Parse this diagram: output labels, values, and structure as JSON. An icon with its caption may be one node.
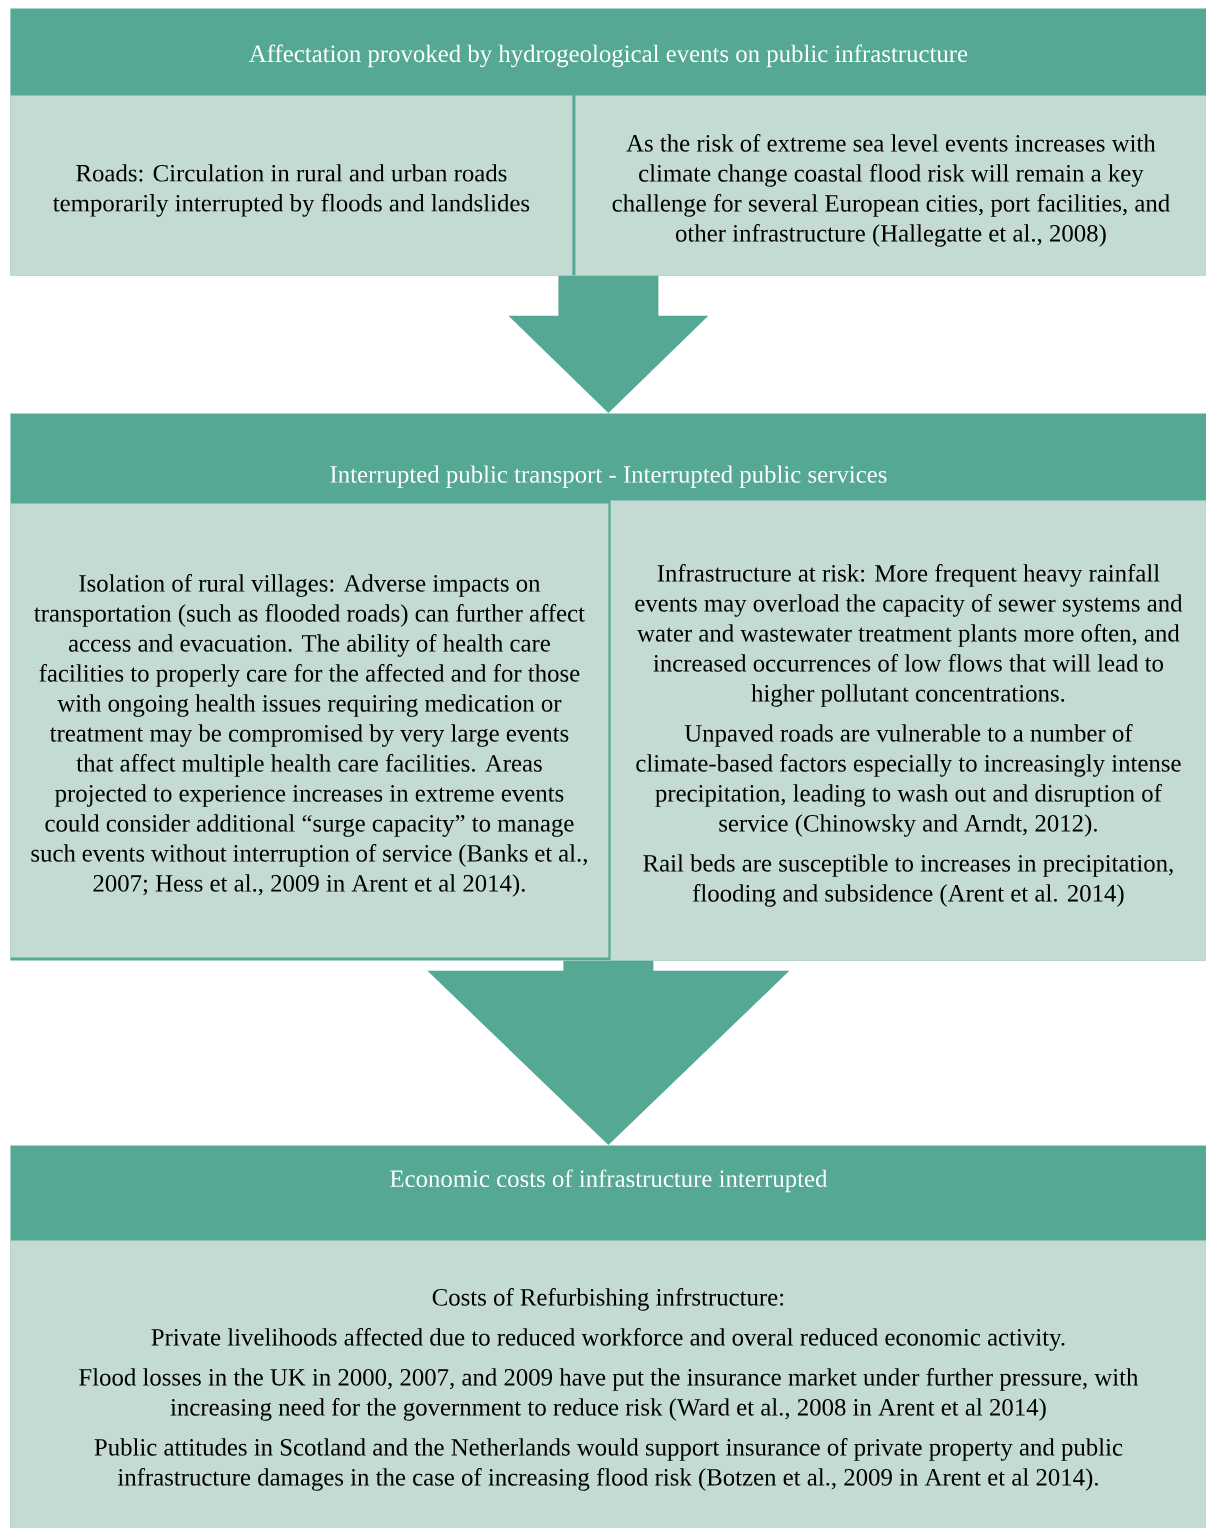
{
  "diagram": {
    "nodes": [
      {
        "text": [
          "Affectation provoked by hydrogeological events on public infrastructure"
        ]
      },
      {
        "text": [
          "Roads: Circulation in rural and urban roads temporarily interrupted by floods and landslides"
        ],
        "in": 0
      },
      {
        "text": [
          "As the risk of extreme sea level events increases with climate change coastal flood risk will remain a key challenge for several European cities, port facilities, and other infrastructure (Hallegatte et al., 2008)"
        ],
        "in": 0
      },
      {
        "text": [
          "Interrupted public transport - Interrupted public services"
        ]
      },
      {
        "text": [
          "Isolation of rural villages: Adverse impacts on transportation (such as flooded roads) can further affect access and evacuation. The ability of health care facilities to properly care for the affected and for those with ongoing health issues requiring medication or treatment may be compromised by very large events that affect multiple health care facilities. Areas projected to experience increases in extreme events could consider additional “surge capacity” to manage such events without interruption of service (Banks et al., 2007; Hess et al., 2009 in Arent et al 2014)."
        ],
        "in": 3
      },
      {
        "text": [
          "Infrastructure at risk: More frequent heavy rainfall events may overload the capacity of sewer systems and water and wastewater treatment plants more often, and increased occurrences of low flows that will lead to higher pollutant concentrations.",
          "Unpaved roads are vulnerable to a number of climate-based factors especially to increasingly intense precipitation, leading to wash out and disruption of service (Chinowsky and Arndt, 2012).",
          "Rail beds are susceptible to increases in precipitation, flooding and subsidence (Arent et al. 2014)"
        ],
        "in": 3
      },
      {
        "text": [
          "Economic costs of infrastructure interrupted"
        ]
      },
      {
        "text": [
          "Costs of Refurbishing infrstructure:",
          "Private livelihoods affected due to reduced workforce and overal reduced economic activity.",
          "Flood losses in the UK in 2000, 2007, and 2009 have put the insurance market under further pressure, with increasing need for the government to reduce risk (Ward et al., 2008 in Arent et al 2014)",
          "Public attitudes in Scotland and the Netherlands would support insurance of private property and public infrastructure damages in the case of increasing flood risk (Botzen et al., 2009 in Arent et al 2014)."
        ],
        "in": 6
      }
    ],
    "edges": [
      {
        "from": 0,
        "to": 3,
        "arrow": "to"
      },
      {
        "from": 3,
        "to": 6,
        "arrow": "to"
      }
    ]
  }
}
